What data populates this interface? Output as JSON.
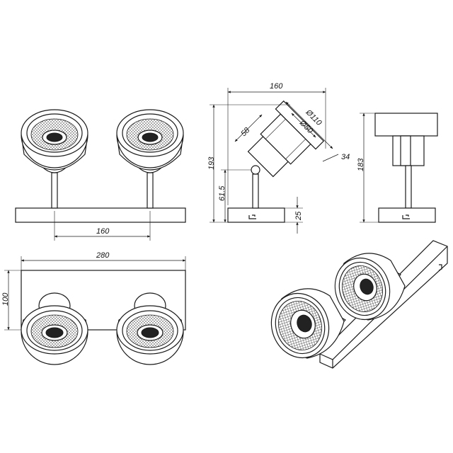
{
  "dimensions": {
    "front_spacing": "160",
    "top_width": "280",
    "top_depth": "100",
    "side_width": "160",
    "side_diameter_outer": "Ø110",
    "side_diameter_inner": "Ø50",
    "side_depth": "58",
    "side_lens": "34",
    "side_height": "193",
    "side_arm_height": "61.5",
    "side_base": "25",
    "end_height": "183"
  }
}
